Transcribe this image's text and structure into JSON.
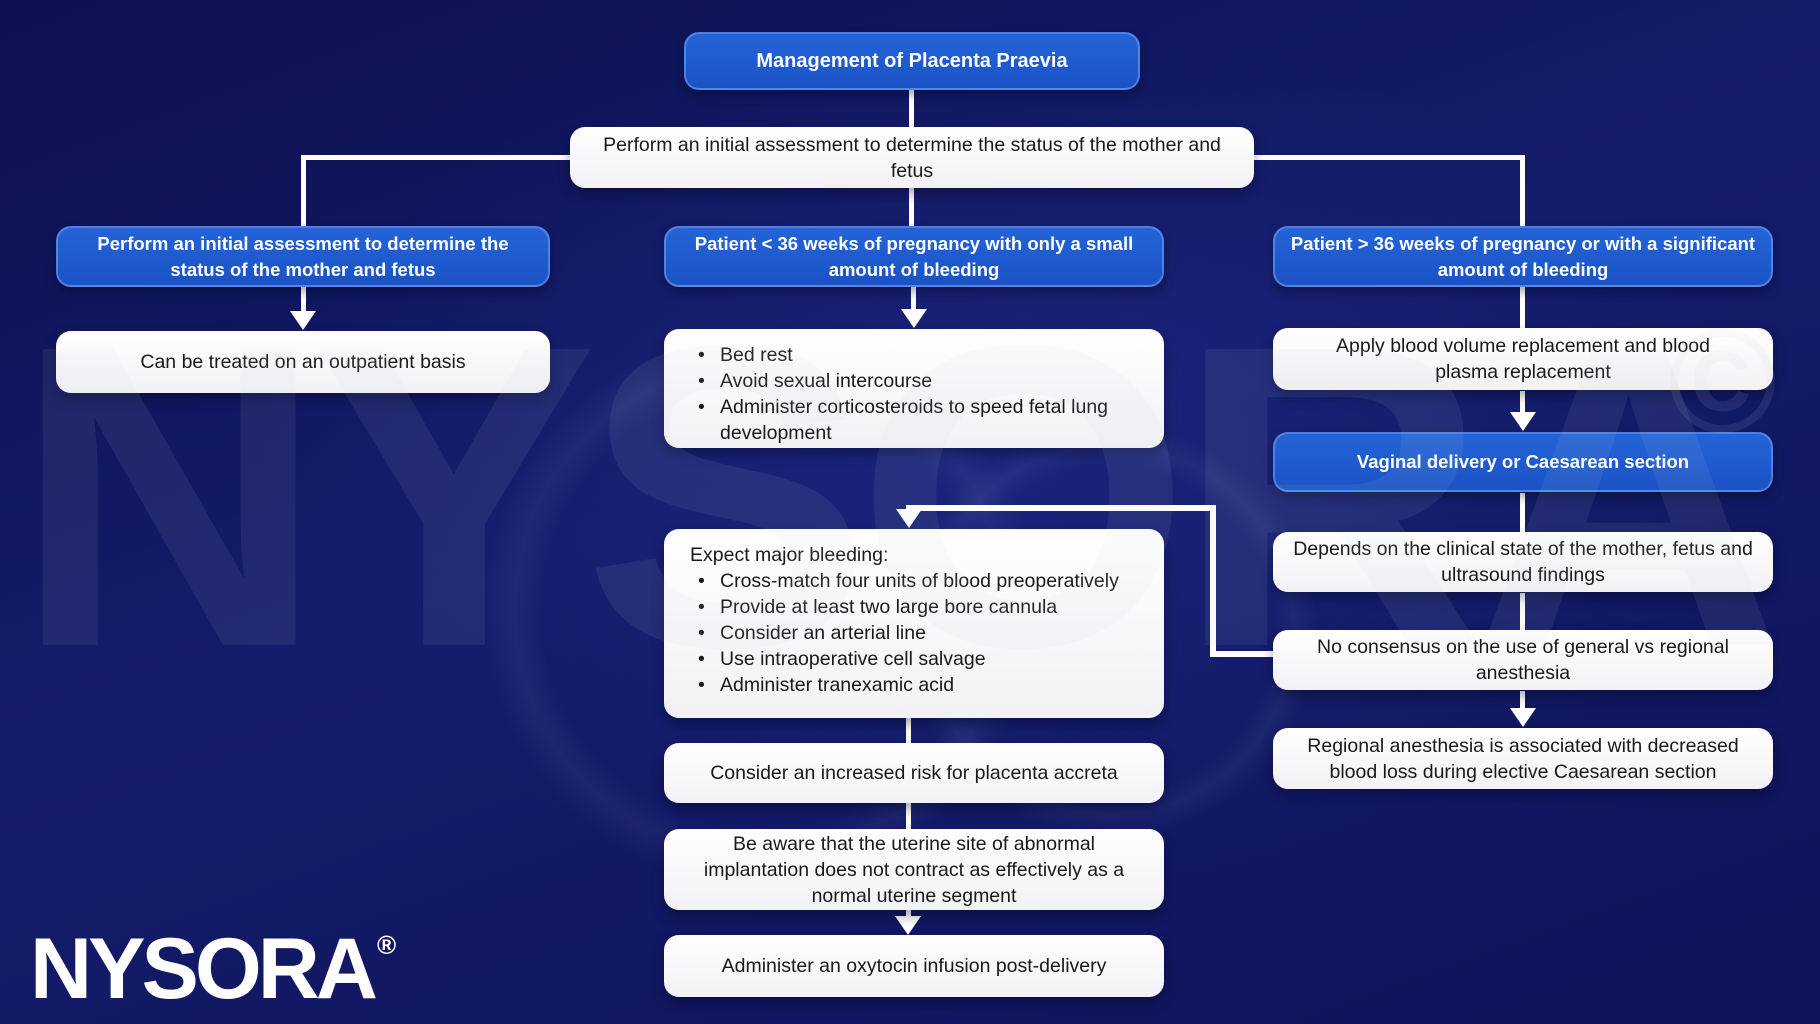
{
  "diagram": {
    "title": "Management of Placenta Praevia",
    "nodes": {
      "initial_assessment": "Perform an initial assessment to determine the status of the mother and fetus",
      "left_condition": "Perform an initial assessment to determine the status of the mother and fetus",
      "outpatient": "Can be treated on an outpatient basis",
      "under36": "Patient < 36 weeks of pregnancy with only a small amount of bleeding",
      "conservative_bullets": [
        "Bed rest",
        "Avoid sexual intercourse",
        "Administer corticosteroids to speed fetal lung development"
      ],
      "expect_heading": "Expect major bleeding:",
      "expect_bullets": [
        "Cross-match four units of blood preoperatively",
        "Provide at least two large bore cannula",
        "Consider an arterial line",
        "Use intraoperative cell salvage",
        "Administer tranexamic acid"
      ],
      "accreta": "Consider an increased risk for placenta accreta",
      "implantation": "Be aware that the uterine site of abnormal implantation does not contract as effectively as a normal uterine segment",
      "oxytocin": "Administer an oxytocin infusion post-delivery",
      "over36": "Patient > 36 weeks of pregnancy or with a significant amount of bleeding",
      "replacement": "Apply blood volume replacement and blood plasma replacement",
      "delivery": "Vaginal delivery or Caesarean section",
      "depends": "Depends on the clinical state of the mother, fetus and ultrasound findings",
      "consensus": "No consensus on the use of general vs regional anesthesia",
      "regional": "Regional anesthesia is associated with decreased blood loss during elective Caesarean section"
    },
    "watermark": {
      "text": "NYSORA",
      "copyright": "©"
    },
    "logo": {
      "text": "NYSORA",
      "registered": "®"
    },
    "colors": {
      "background": "#101760",
      "node_blue": "#1b58cd",
      "node_white": "#ffffff",
      "connector": "#ffffff",
      "text_dark": "#191919",
      "text_light": "#ffffff"
    }
  }
}
